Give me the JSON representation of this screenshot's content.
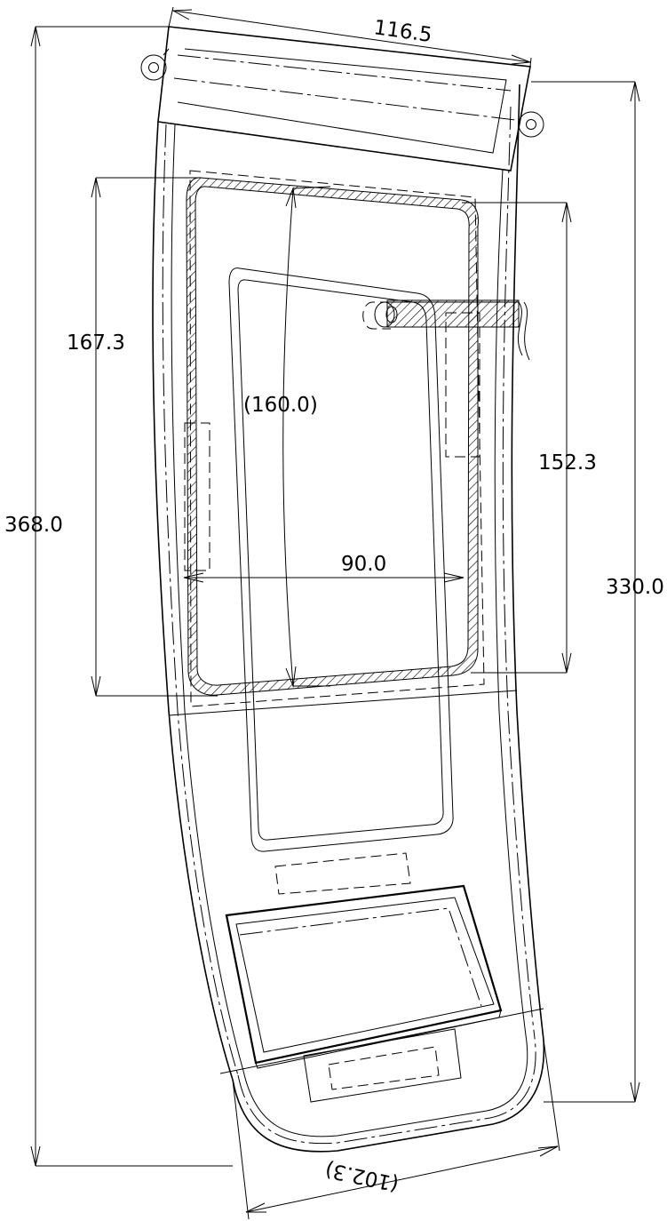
{
  "drawing": {
    "dimensions": {
      "top_width": "116.5",
      "total_height": "368.0",
      "body_height": "330.0",
      "window_height": "167.3",
      "window_inner_height": "(160.0)",
      "window_right_height": "152.3",
      "window_width": "90.0",
      "bottom_width": "(102.3)"
    },
    "icons": [
      "mounting-hole-icon",
      "hatched-section-icon",
      "pin-icon",
      "break-line-icon"
    ],
    "colors": {
      "line": "#000000",
      "background": "#ffffff"
    }
  }
}
